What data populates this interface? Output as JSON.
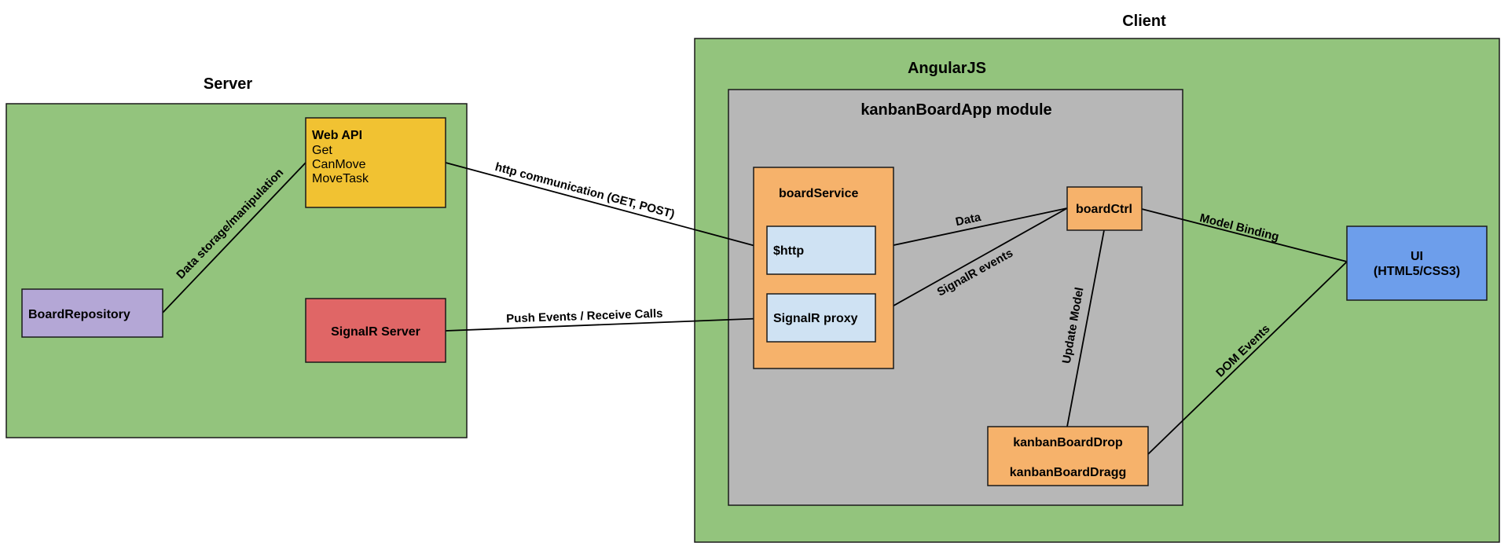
{
  "colors": {
    "container_green": "#93c47d",
    "module_gray": "#b7b7b7",
    "orange": "#f6b26b",
    "yellow": "#f1c232",
    "red": "#e06666",
    "purple": "#b4a7d6",
    "light_blue": "#cfe2f3",
    "blue": "#6d9eeb"
  },
  "containers": {
    "server": {
      "label": "Server"
    },
    "client": {
      "label": "Client"
    },
    "angular": {
      "label": "AngularJS"
    },
    "module": {
      "label": "kanbanBoardApp module"
    }
  },
  "nodes": {
    "webapi": {
      "title": "Web API",
      "items": [
        "Get",
        "CanMove",
        "MoveTask"
      ]
    },
    "repo": {
      "label": "BoardRepository"
    },
    "signalr_server": {
      "label": "SignalR Server"
    },
    "board_service": {
      "label": "boardService"
    },
    "http": {
      "label": "$http"
    },
    "signalr_proxy": {
      "label": "SignalR proxy"
    },
    "board_ctrl": {
      "label": "boardCtrl"
    },
    "kanban": {
      "line1": "kanbanBoardDrop",
      "line2": "kanbanBoardDragg"
    },
    "ui": {
      "line1": "UI",
      "line2": "(HTML5/CSS3)"
    }
  },
  "edges": {
    "data_storage": "Data storage/manipulation",
    "http_comm": "http communication (GET, POST)",
    "push_events": "Push Events / Receive Calls",
    "data": "Data",
    "signalr_events": "SignalR events",
    "update_model": "Update Model",
    "model_binding": "Model Binding",
    "dom_events": "DOM Events"
  }
}
